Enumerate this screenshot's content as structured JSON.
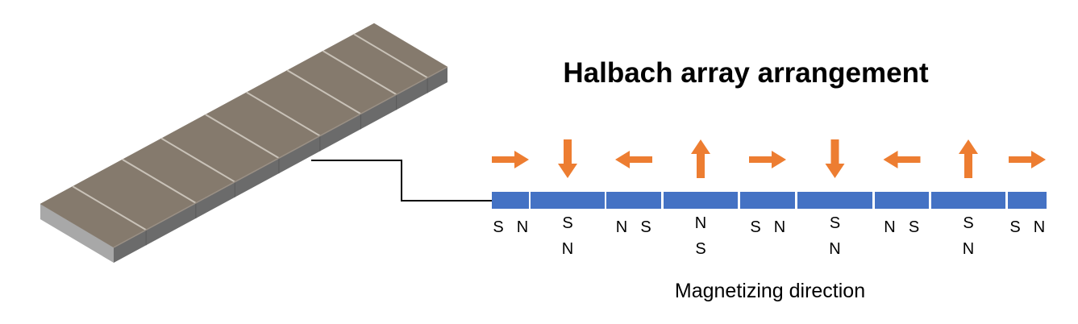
{
  "title": "Halbach array arrangement",
  "caption": "Magnetizing direction",
  "colors": {
    "magnet_bar": "#4472C4",
    "arrow": "#ED7D31",
    "segment_top": "#857a6d",
    "segment_groove": "#c9c2b8",
    "slab_front": "#a8a8a8",
    "slab_side": "#6b6b6b",
    "connector_line": "#000000"
  },
  "magnets": [
    {
      "arrow": "right",
      "poles": [
        "S",
        "N"
      ],
      "layout": "horizontal"
    },
    {
      "arrow": "down",
      "poles": [
        "S",
        "N"
      ],
      "layout": "vertical"
    },
    {
      "arrow": "left",
      "poles": [
        "N",
        "S"
      ],
      "layout": "horizontal"
    },
    {
      "arrow": "up",
      "poles": [
        "N",
        "S"
      ],
      "layout": "vertical"
    },
    {
      "arrow": "right",
      "poles": [
        "S",
        "N"
      ],
      "layout": "horizontal"
    },
    {
      "arrow": "down",
      "poles": [
        "S",
        "N"
      ],
      "layout": "vertical"
    },
    {
      "arrow": "left",
      "poles": [
        "N",
        "S"
      ],
      "layout": "horizontal"
    },
    {
      "arrow": "up",
      "poles": [
        "S",
        "N"
      ],
      "layout": "vertical"
    },
    {
      "arrow": "right",
      "poles": [
        "S",
        "N"
      ],
      "layout": "horizontal"
    }
  ]
}
